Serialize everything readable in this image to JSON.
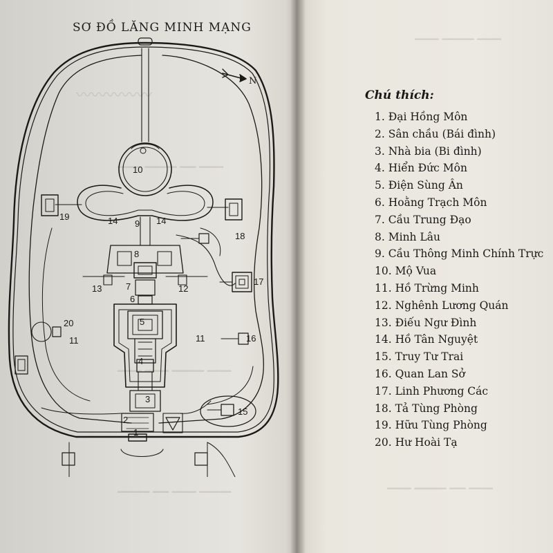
{
  "map": {
    "title": "SƠ ĐỒ LĂNG MINH MẠNG",
    "north_label": "N",
    "numbers": [
      "1",
      "2",
      "3",
      "4",
      "5",
      "6",
      "7",
      "8",
      "9",
      "10",
      "11",
      "11",
      "12",
      "13",
      "14",
      "14",
      "15",
      "16",
      "17",
      "18",
      "19",
      "20"
    ]
  },
  "legend": {
    "heading": "Chú thích:",
    "items": [
      {
        "num": "1.",
        "label": "Đại Hồng Môn"
      },
      {
        "num": "2.",
        "label": "Sân chầu (Bái đình)"
      },
      {
        "num": "3.",
        "label": "Nhà bia (Bi đình)"
      },
      {
        "num": "4.",
        "label": "Hiển Đức Môn"
      },
      {
        "num": "5.",
        "label": "Điện Sùng Ân"
      },
      {
        "num": "6.",
        "label": "Hoằng Trạch Môn"
      },
      {
        "num": "7.",
        "label": "Cầu Trung Đạo"
      },
      {
        "num": "8.",
        "label": "Minh Lâu"
      },
      {
        "num": "9.",
        "label": "Cầu Thông Minh Chính Trực"
      },
      {
        "num": "10.",
        "label": "Mộ Vua"
      },
      {
        "num": "11.",
        "label": "Hồ Trừng Minh"
      },
      {
        "num": "12.",
        "label": "Nghênh Lương Quán"
      },
      {
        "num": "13.",
        "label": "Điếu Ngư Đình"
      },
      {
        "num": "14.",
        "label": "Hồ Tân Nguyệt"
      },
      {
        "num": "15.",
        "label": "Truy Tư Trai"
      },
      {
        "num": "16.",
        "label": "Quan Lan Sở"
      },
      {
        "num": "17.",
        "label": "Linh Phương Các"
      },
      {
        "num": "18.",
        "label": "Tả Tùng Phòng"
      },
      {
        "num": "19.",
        "label": "Hữu Tùng Phòng"
      },
      {
        "num": "20.",
        "label": "Hư Hoài Tạ"
      }
    ]
  }
}
